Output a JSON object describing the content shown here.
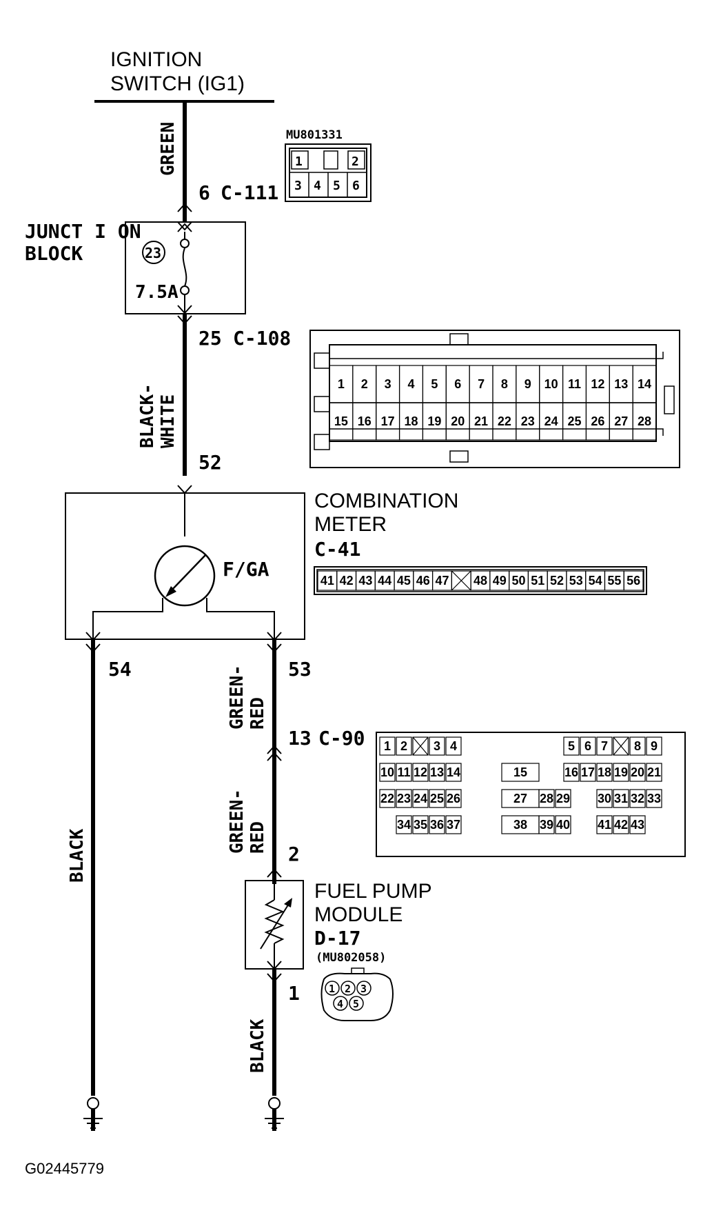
{
  "source": {
    "title_line1": "IGNITION",
    "title_line2": "SWITCH (IG1)"
  },
  "wires": {
    "green": "GREEN",
    "black_white_1": "BLACK-",
    "black_white_2": "WHITE",
    "green_red_a1": "GREEN-",
    "green_red_a2": "RED",
    "green_red_b1": "GREEN-",
    "green_red_b2": "RED",
    "black_left": "BLACK",
    "black_right": "BLACK"
  },
  "terminals": {
    "t6": "6",
    "c111": "C-111",
    "t25": "25",
    "c108": "C-108",
    "t52": "52",
    "t54": "54",
    "t53": "53",
    "t13": "13",
    "c90": "C-90",
    "t2": "2",
    "t1": "1"
  },
  "junction_block": {
    "label1": "JUNCT I ON",
    "label2": "BLOCK",
    "fuse_no": "23",
    "fuse_rating": "7.5A"
  },
  "combination_meter": {
    "name1": "COMBINATION",
    "name2": "METER",
    "connector": "C-41",
    "gauge": "F/GA"
  },
  "fuel_pump": {
    "name1": "FUEL PUMP",
    "name2": "MODULE",
    "connector": "D-17",
    "part_no": "(MU802058)"
  },
  "connectors": {
    "c111": {
      "part_no": "MU801331",
      "top": [
        "1",
        "2"
      ],
      "bottom": [
        "3",
        "4",
        "5",
        "6"
      ]
    },
    "c108": {
      "row1": [
        "1",
        "2",
        "3",
        "4",
        "5",
        "6",
        "7",
        "8",
        "9",
        "10",
        "11",
        "12",
        "13",
        "14"
      ],
      "row2": [
        "15",
        "16",
        "17",
        "18",
        "19",
        "20",
        "21",
        "22",
        "23",
        "24",
        "25",
        "26",
        "27",
        "28"
      ]
    },
    "c41": {
      "pins": [
        "41",
        "42",
        "43",
        "44",
        "45",
        "46",
        "47",
        "",
        "48",
        "49",
        "50",
        "51",
        "52",
        "53",
        "54",
        "55",
        "56"
      ]
    },
    "c90": {
      "r1": [
        "1",
        "2",
        "",
        "3",
        "4",
        "5",
        "6",
        "7",
        "",
        "8",
        "9"
      ],
      "r2": [
        "10",
        "11",
        "12",
        "13",
        "14",
        "15",
        "16",
        "17",
        "18",
        "19",
        "20",
        "21"
      ],
      "r3": [
        "22",
        "23",
        "24",
        "25",
        "26",
        "27",
        "28",
        "29",
        "30",
        "31",
        "32",
        "33"
      ],
      "r4": [
        "34",
        "35",
        "36",
        "37",
        "38",
        "39",
        "40",
        "41",
        "42",
        "43"
      ]
    },
    "d17": {
      "pins": [
        "1",
        "2",
        "3",
        "4",
        "5"
      ]
    }
  },
  "footer": {
    "code": "G02445779"
  }
}
